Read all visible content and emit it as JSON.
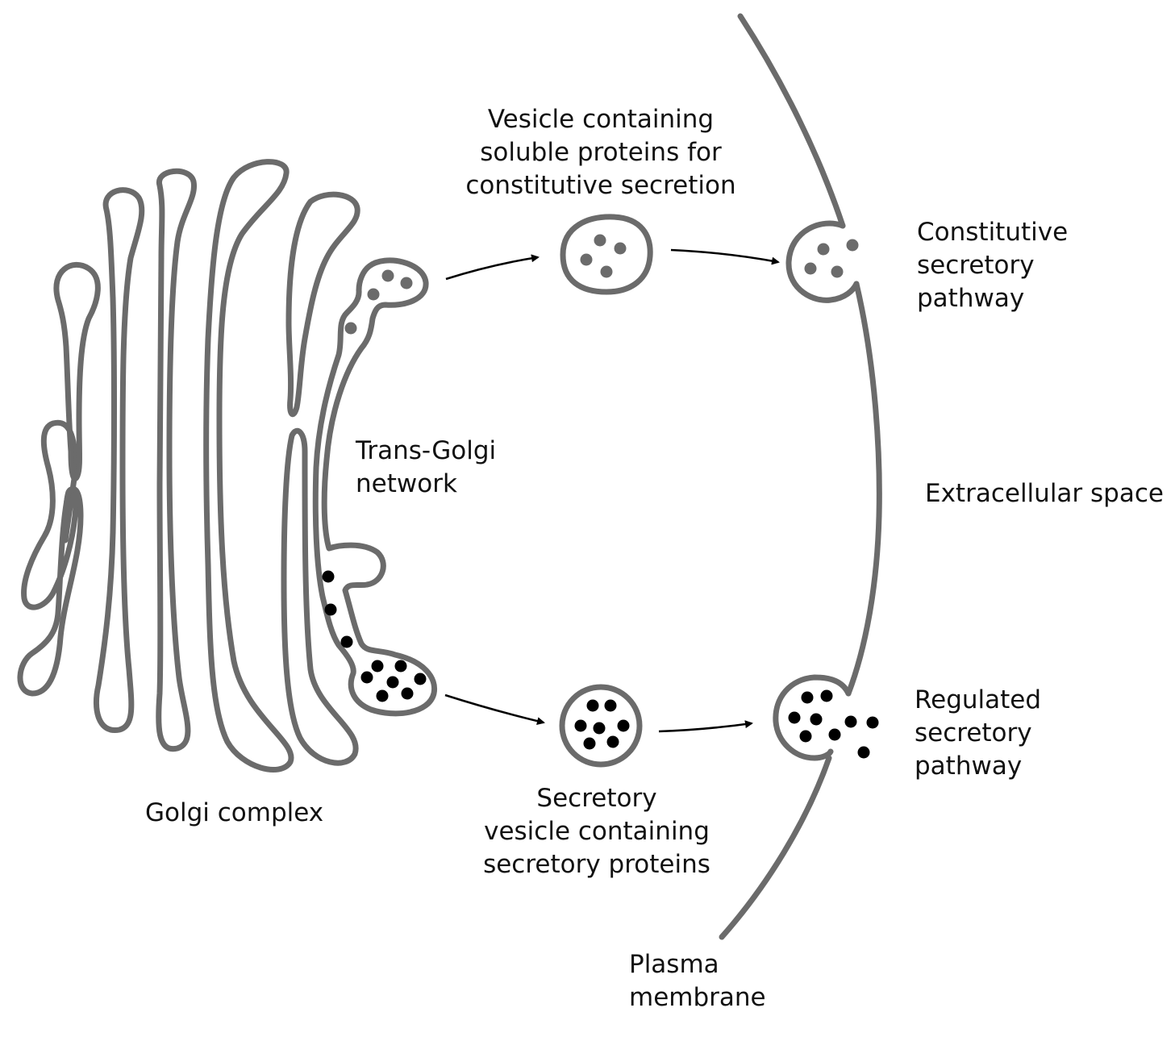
{
  "labels": {
    "constitutive_vesicle": [
      "Vesicle containing",
      "soluble proteins for",
      "constitutive secretion"
    ],
    "constitutive_pathway": [
      "Constitutive",
      "secretory",
      "pathway"
    ],
    "trans_golgi": [
      "Trans-Golgi",
      "network"
    ],
    "extracellular": "Extracellular space",
    "regulated_pathway": [
      "Regulated",
      "secretory",
      "pathway"
    ],
    "golgi_complex": "Golgi complex",
    "secretory_vesicle": [
      "Secretory",
      "vesicle containing",
      "secretory proteins"
    ],
    "plasma_membrane": [
      "Plasma",
      "membrane"
    ]
  },
  "colors": {
    "membrane": "#6b6b6b",
    "constitutive_cargo": "#6b6b6b",
    "regulated_cargo": "#000000",
    "arrow": "#000000",
    "text": "#111111"
  }
}
